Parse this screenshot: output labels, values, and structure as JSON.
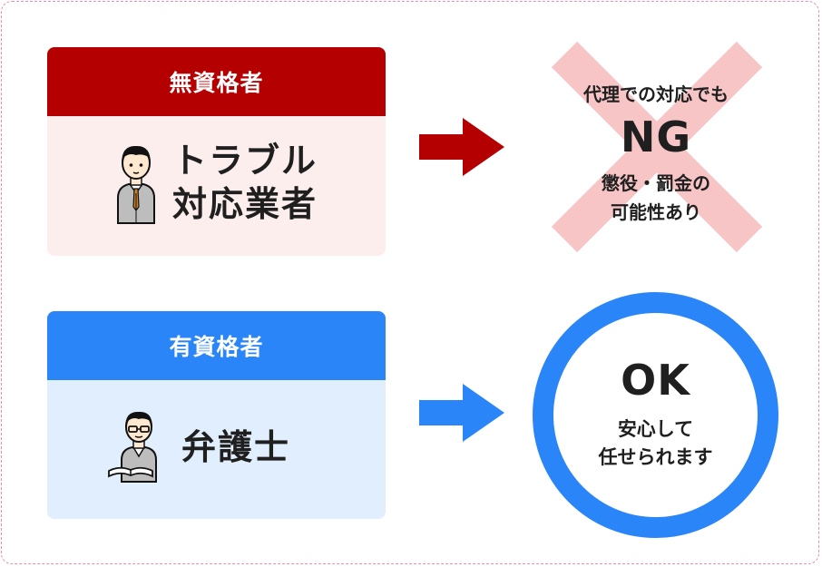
{
  "colors": {
    "ng_accent": "#b40000",
    "ok_accent": "#2a86f8",
    "cross": "#f7c5c5"
  },
  "unqualified": {
    "header": "無資格者",
    "role_line1": "トラブル",
    "role_line2": "対応業者",
    "result_top": "代理での対応でも",
    "result_main": "NG",
    "result_sub_line1": "懲役・罰金の",
    "result_sub_line2": "可能性あり",
    "icons": [
      "businessman-icon",
      "right-arrow-icon",
      "cross-mark-icon"
    ]
  },
  "qualified": {
    "header": "有資格者",
    "role": "弁護士",
    "result_main": "OK",
    "result_sub_line1": "安心して",
    "result_sub_line2": "任せられます",
    "icons": [
      "lawyer-with-book-icon",
      "right-arrow-icon",
      "circle-mark-icon"
    ]
  }
}
